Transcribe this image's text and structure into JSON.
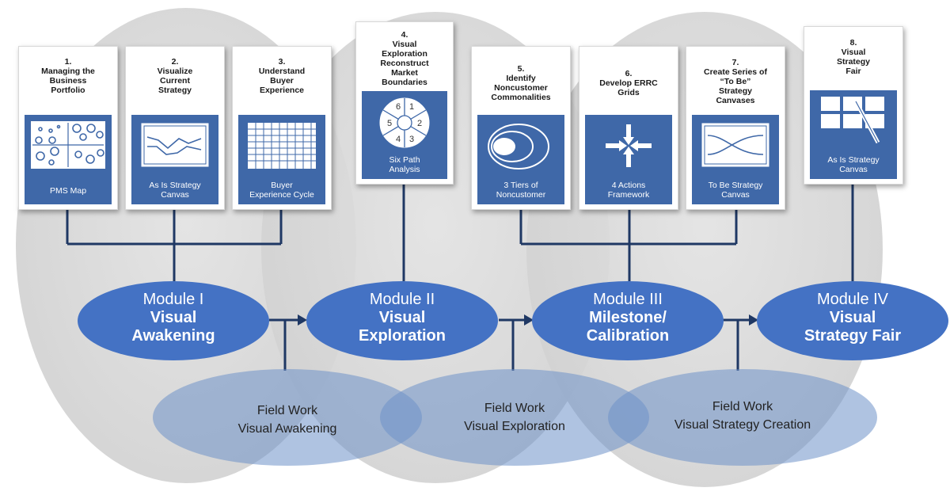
{
  "cards": [
    {
      "title": [
        "1.",
        "Managing the",
        "Business",
        "Portfolio"
      ],
      "caption": [
        "PMS Map"
      ],
      "art": "pms-map-icon"
    },
    {
      "title": [
        "2.",
        "Visualize",
        "Current",
        "Strategy"
      ],
      "caption": [
        "As Is Strategy",
        "Canvas"
      ],
      "art": "strategy-canvas-icon"
    },
    {
      "title": [
        "3.",
        "Understand",
        "Buyer",
        "Experience"
      ],
      "caption": [
        "Buyer",
        "Experience Cycle"
      ],
      "art": "grid-icon"
    },
    {
      "title": [
        "4.",
        "Visual",
        "Exploration",
        "Reconstruct",
        "Market",
        "Boundaries"
      ],
      "caption": [
        "Six Path",
        "Analysis"
      ],
      "art": "six-path-icon"
    },
    {
      "title": [
        "5.",
        "Identify",
        "Noncustomer",
        "Commonalities"
      ],
      "caption": [
        "3 Tiers of",
        "Noncustomer"
      ],
      "art": "tiers-icon"
    },
    {
      "title": [
        "6.",
        "Develop ERRC",
        "Grids"
      ],
      "caption": [
        "4 Actions",
        "Framework"
      ],
      "art": "four-actions-icon"
    },
    {
      "title": [
        "7.",
        "Create Series of",
        "“To Be”",
        "Strategy",
        "Canvases"
      ],
      "caption": [
        "To Be Strategy",
        "Canvas"
      ],
      "art": "crossing-curves-icon"
    },
    {
      "title": [
        "8.",
        "Visual",
        "Strategy",
        "Fair"
      ],
      "caption": [
        "As Is Strategy",
        "Canvas"
      ],
      "art": "whiteboard-icon"
    }
  ],
  "modules": [
    {
      "number": "Module I",
      "name": [
        "Visual",
        "Awakening"
      ]
    },
    {
      "number": "Module II",
      "name": [
        "Visual",
        "Exploration"
      ]
    },
    {
      "number": "Module III",
      "name": [
        "Milestone/",
        "Calibration"
      ]
    },
    {
      "number": "Module IV",
      "name": [
        "Visual",
        "Strategy Fair"
      ]
    }
  ],
  "field_work": [
    {
      "label": "Field Work",
      "sub": "Visual Awakening"
    },
    {
      "label": "Field Work",
      "sub": "Visual Exploration"
    },
    {
      "label": "Field Work",
      "sub": "Visual Strategy Creation"
    }
  ],
  "six_path_numbers": [
    "6",
    "1",
    "5",
    "2",
    "4",
    "3"
  ],
  "colors": {
    "card_blue": "#3f68a8",
    "module_blue": "#4472c4",
    "connector": "#1f3864",
    "background_circle": "#d9d9d9"
  }
}
